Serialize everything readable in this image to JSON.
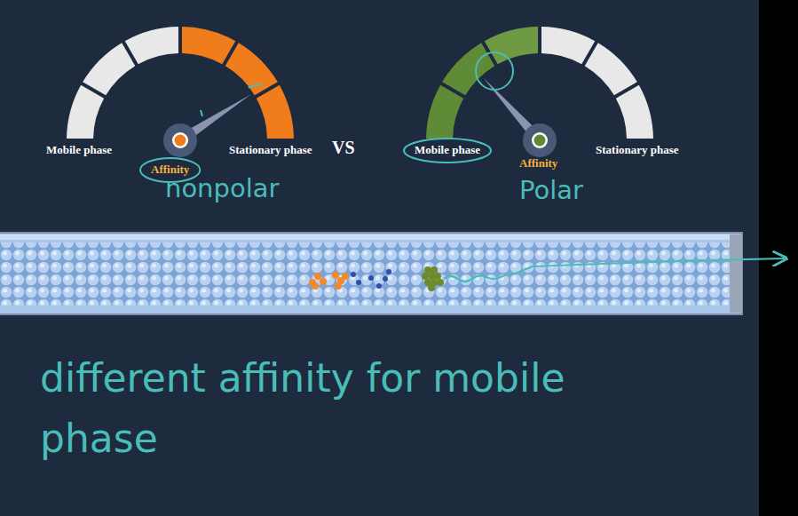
{
  "diagram": {
    "labels": [
      "Mobile phase",
      "Affinity",
      "Stationary phase",
      "VS",
      "Mobile phase",
      "Affinity",
      "Stationary phase",
      "nonpolar",
      "Polar",
      "different affinity for mobile phase"
    ]
  }
}
